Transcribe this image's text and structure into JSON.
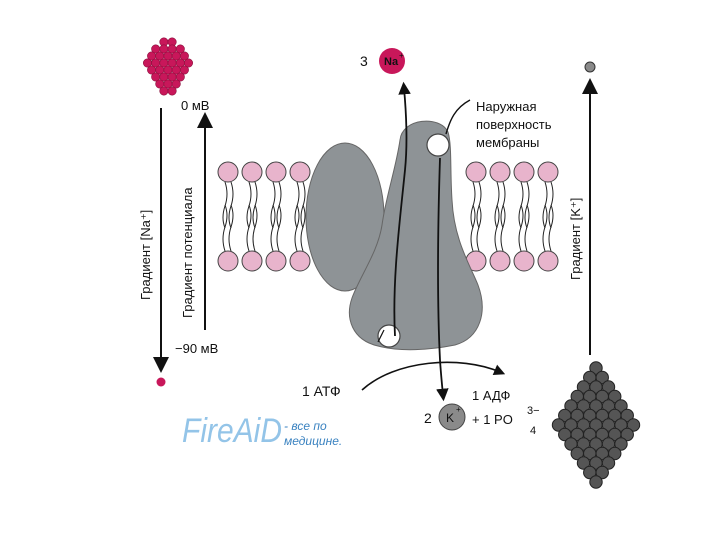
{
  "ions": {
    "na_count": "3",
    "na_symbol": "Na",
    "na_charge": "+",
    "k_count": "2",
    "k_symbol": "K",
    "k_charge": "+"
  },
  "labels": {
    "zero_mv": "0 мВ",
    "minus90_mv": "−90 мВ",
    "outer_surface_line1": "Наружная",
    "outer_surface_line2": "поверхность",
    "outer_surface_line3": "мембраны",
    "atp": "1 АТФ",
    "adp": "1 АДФ",
    "phosphate_prefix": "+ 1 PO",
    "phosphate_sub": "4",
    "phosphate_sup": "3−",
    "gradient_na": "Градиент [Na⁺]",
    "gradient_potential": "Градиент потенциала",
    "gradient_k": "Градиент [K⁺]"
  },
  "watermark": {
    "logo": "FireAiD",
    "tagline_line1": "- все по",
    "tagline_line2": "медицине."
  },
  "colors": {
    "sodium": "#c8175a",
    "potassium": "#555555",
    "lipid_head": "#e8b4cc",
    "protein": "#8e9396",
    "logo": "#6fb0e0"
  }
}
